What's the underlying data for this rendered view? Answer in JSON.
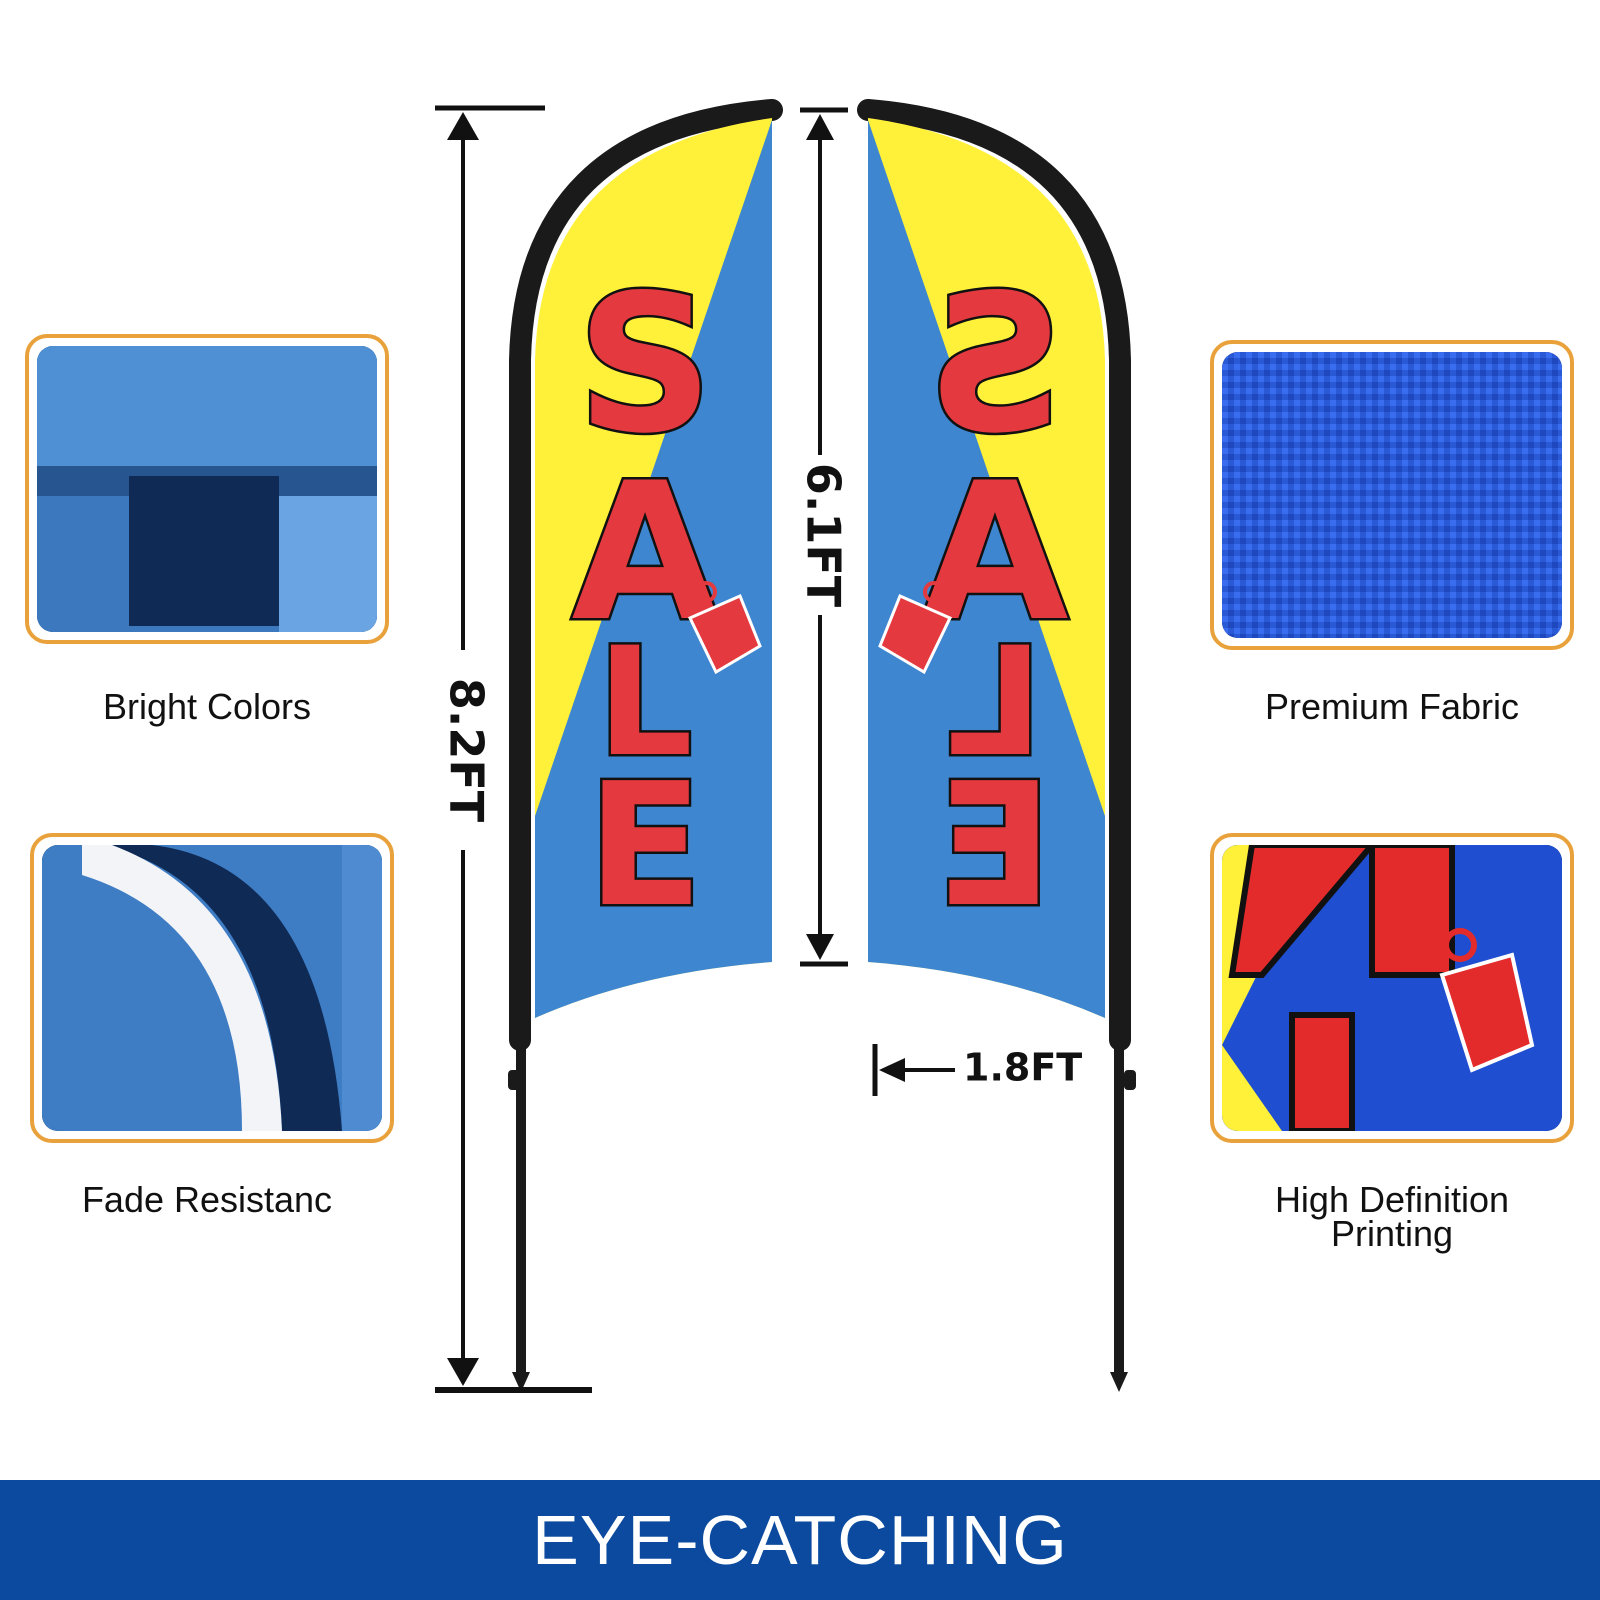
{
  "flags": {
    "word": "SALE",
    "colors": {
      "yellow": "#fff13a",
      "blue": "#3f86d0",
      "red": "#e43a3f",
      "pole": "#1a1a1a"
    }
  },
  "dimensions": {
    "total_height": "8.2FT",
    "flag_height": "6.1FT",
    "flag_width": "1.8FT"
  },
  "features": [
    {
      "label": "Bright Colors",
      "icon": "fabric-fold-swatch"
    },
    {
      "label": "Premium Fabric",
      "icon": "fabric-weave-swatch"
    },
    {
      "label": "Fade Resistanc",
      "icon": "fabric-curl-swatch"
    },
    {
      "label": "High Definition\nPrinting",
      "icon": "print-detail-swatch"
    }
  ],
  "banner": {
    "text": "EYE-CATCHING",
    "color": "#0b4a9e"
  }
}
